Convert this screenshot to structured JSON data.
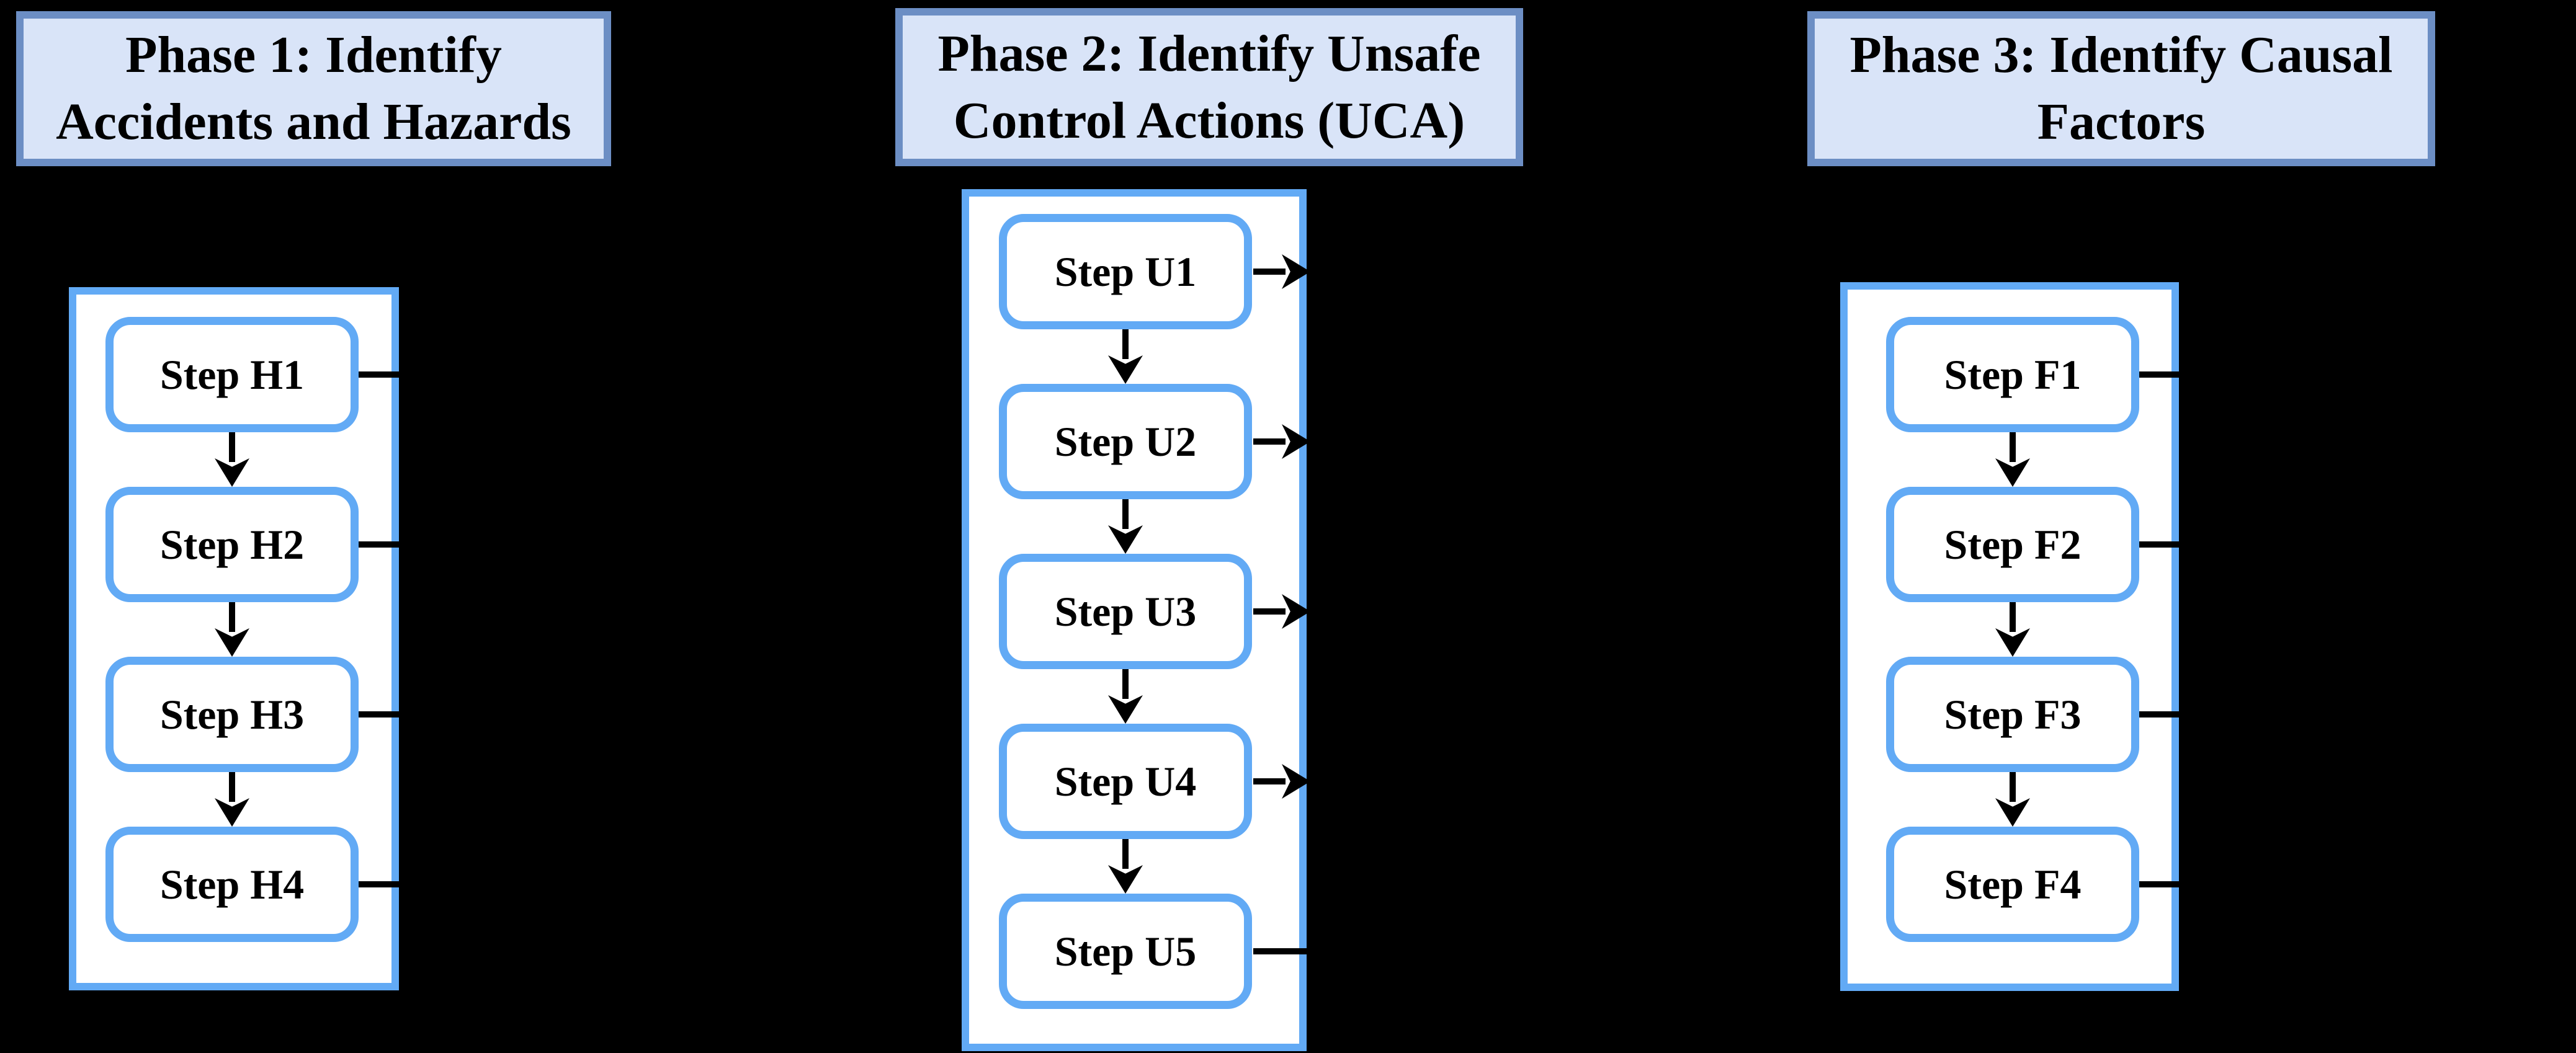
{
  "canvas": {
    "background": "#000000"
  },
  "colors": {
    "title_fill": "#D9E4F8",
    "title_border": "#6C8EC4",
    "flow_border": "#62AAF5",
    "node_fill": "#FFFFFF",
    "connector": "#000000",
    "text": "#000000"
  },
  "phases": [
    {
      "title_lines": [
        "Phase 1: Identify",
        "Accidents and Hazards"
      ],
      "steps": [
        {
          "label": "Step H1",
          "connector": "line"
        },
        {
          "label": "Step H2",
          "connector": "line"
        },
        {
          "label": "Step H3",
          "connector": "line"
        },
        {
          "label": "Step H4",
          "connector": "line"
        }
      ]
    },
    {
      "title_lines": [
        "Phase 2: Identify Unsafe",
        "Control Actions (UCA)"
      ],
      "steps": [
        {
          "label": "Step U1",
          "connector": "arrow"
        },
        {
          "label": "Step U2",
          "connector": "arrow"
        },
        {
          "label": "Step U3",
          "connector": "arrow"
        },
        {
          "label": "Step U4",
          "connector": "arrow"
        },
        {
          "label": "Step U5",
          "connector": "line"
        }
      ]
    },
    {
      "title_lines": [
        "Phase 3: Identify Causal",
        "Factors"
      ],
      "steps": [
        {
          "label": "Step F1",
          "connector": "line"
        },
        {
          "label": "Step F2",
          "connector": "line"
        },
        {
          "label": "Step F3",
          "connector": "line"
        },
        {
          "label": "Step F4",
          "connector": "line"
        }
      ]
    }
  ]
}
